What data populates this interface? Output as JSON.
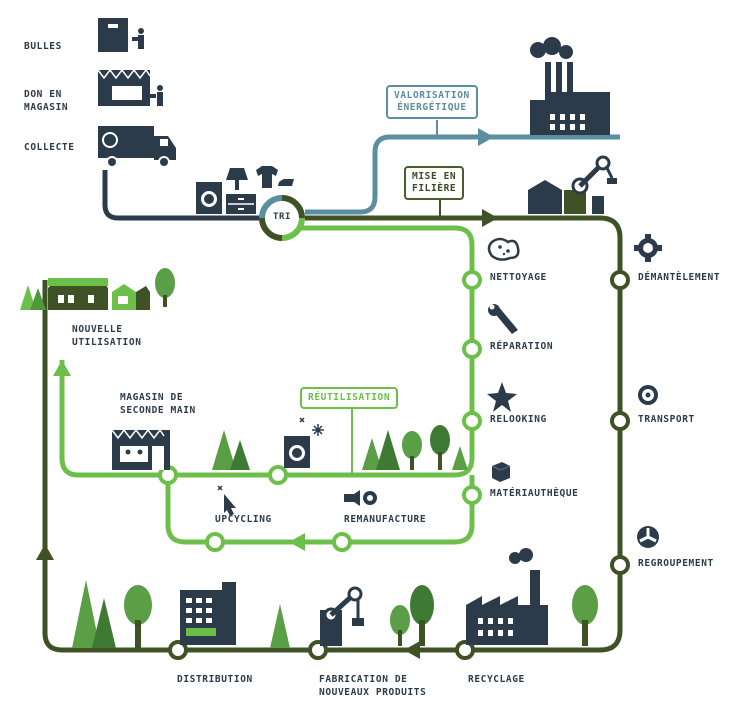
{
  "labels": {
    "bulles": "BULLES",
    "don_en_magasin": "DON EN\nMAGASIN",
    "collecte": "COLLECTE",
    "tri": "TRI",
    "valorisation": "VALORISATION\nÉNERGÉTIQUE",
    "mise_en_filiere": "MISE EN\nFILIÈRE",
    "nettoyage": "NETTOYAGE",
    "reparation": "RÉPARATION",
    "relooking": "RELOOKING",
    "materiautheque": "MATÉRIAUTHÈQUE",
    "demantelement": "DÉMANTÈLEMENT",
    "transport": "TRANSPORT",
    "regroupement": "REGROUPEMENT",
    "nouvelle_utilisation": "NOUVELLE\nUTILISATION",
    "magasin_seconde_main": "MAGASIN DE\nSECONDE MAIN",
    "reutilisation": "RÉUTILISATION",
    "upcycling": "UPCYCLING",
    "remanufacture": "REMANUFACTURE",
    "distribution": "DISTRIBUTION",
    "fabrication": "FABRICATION DE\nNOUVEAUX PRODUITS",
    "recyclage": "RECYCLAGE"
  },
  "colors": {
    "dark_navy": "#2b3b4a",
    "dark_olive": "#3f5226",
    "light_green": "#6cc04a",
    "teal": "#5a8ea0",
    "tree_green": "#5a9e45",
    "tree_dark": "#3e7a34"
  },
  "icons": [
    "bulles-bin-icon",
    "shop-icon",
    "truck-icon",
    "washing-machine-icon",
    "lamp-icon",
    "tshirt-icon",
    "iron-icon",
    "drawer-icon",
    "factory-icon",
    "robot-arm-icon",
    "sponge-icon",
    "wrench-icon",
    "star-icon",
    "cube-icon",
    "gear-icon",
    "wheel-icon",
    "fan-icon",
    "house-icon",
    "tree-icon",
    "sparkle-icon",
    "cursor-icon",
    "remanufacture-icon",
    "building-icon",
    "recycling-factory-icon"
  ]
}
